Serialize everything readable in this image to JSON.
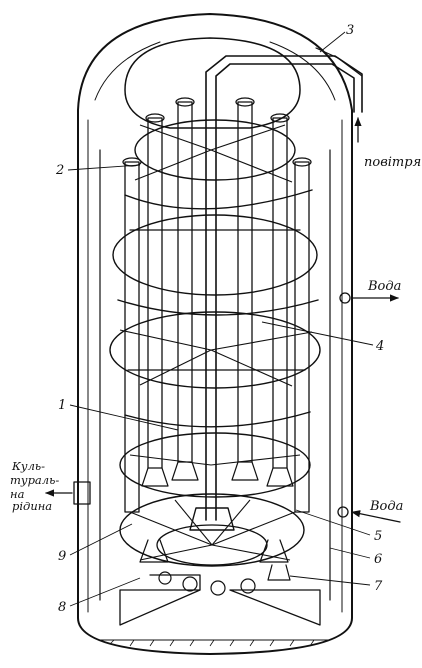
{
  "labels": {
    "n1": "1",
    "n2": "2",
    "n3": "3",
    "n4": "4",
    "n5": "5",
    "n6": "6",
    "n7": "7",
    "n8": "8",
    "n9": "9",
    "air": "повітря",
    "water_out": "Вода",
    "water_in": "Вода",
    "culture_1": "Куль-",
    "culture_2": "тураль-",
    "culture_3": "на",
    "culture_4": "рідина"
  }
}
